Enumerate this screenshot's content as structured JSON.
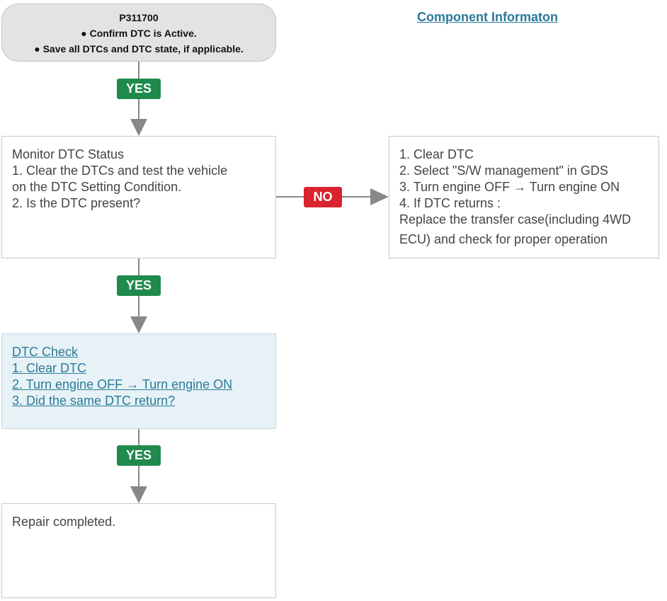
{
  "start": {
    "code": "P311700",
    "lines": [
      "● Confirm DTC is Active.",
      "● Save all DTCs and DTC state, if applicable."
    ]
  },
  "component_link": "Component Informaton",
  "badges": {
    "yes": "YES",
    "no": "NO"
  },
  "monitor_box": {
    "lines": [
      "Monitor DTC Status",
      "1. Clear the DTCs and test the vehicle",
      "on the DTC Setting Condition.",
      "2. Is the DTC present?"
    ]
  },
  "no_box": {
    "lines": [
      "1.  Clear DTC",
      "2. Select \"S/W management\" in GDS",
      "3. Turn engine OFF → Turn engine ON",
      "4. If DTC returns :",
      "Replace the transfer case(including 4WD",
      "ECU) and check for proper operation"
    ]
  },
  "dtc_check_box": {
    "lines": [
      "DTC Check",
      "1. Clear DTC",
      "2. Turn engine OFF → Turn engine  ON",
      "3. Did the same DTC return?"
    ]
  },
  "repair_box": {
    "text": "Repair completed."
  },
  "colors": {
    "yes": "#1f8a4c",
    "no": "#d9242f",
    "link": "#2a7a99",
    "start_fill": "#e3e3e3",
    "check_fill": "#e7f2f6",
    "connector": "#888888"
  }
}
